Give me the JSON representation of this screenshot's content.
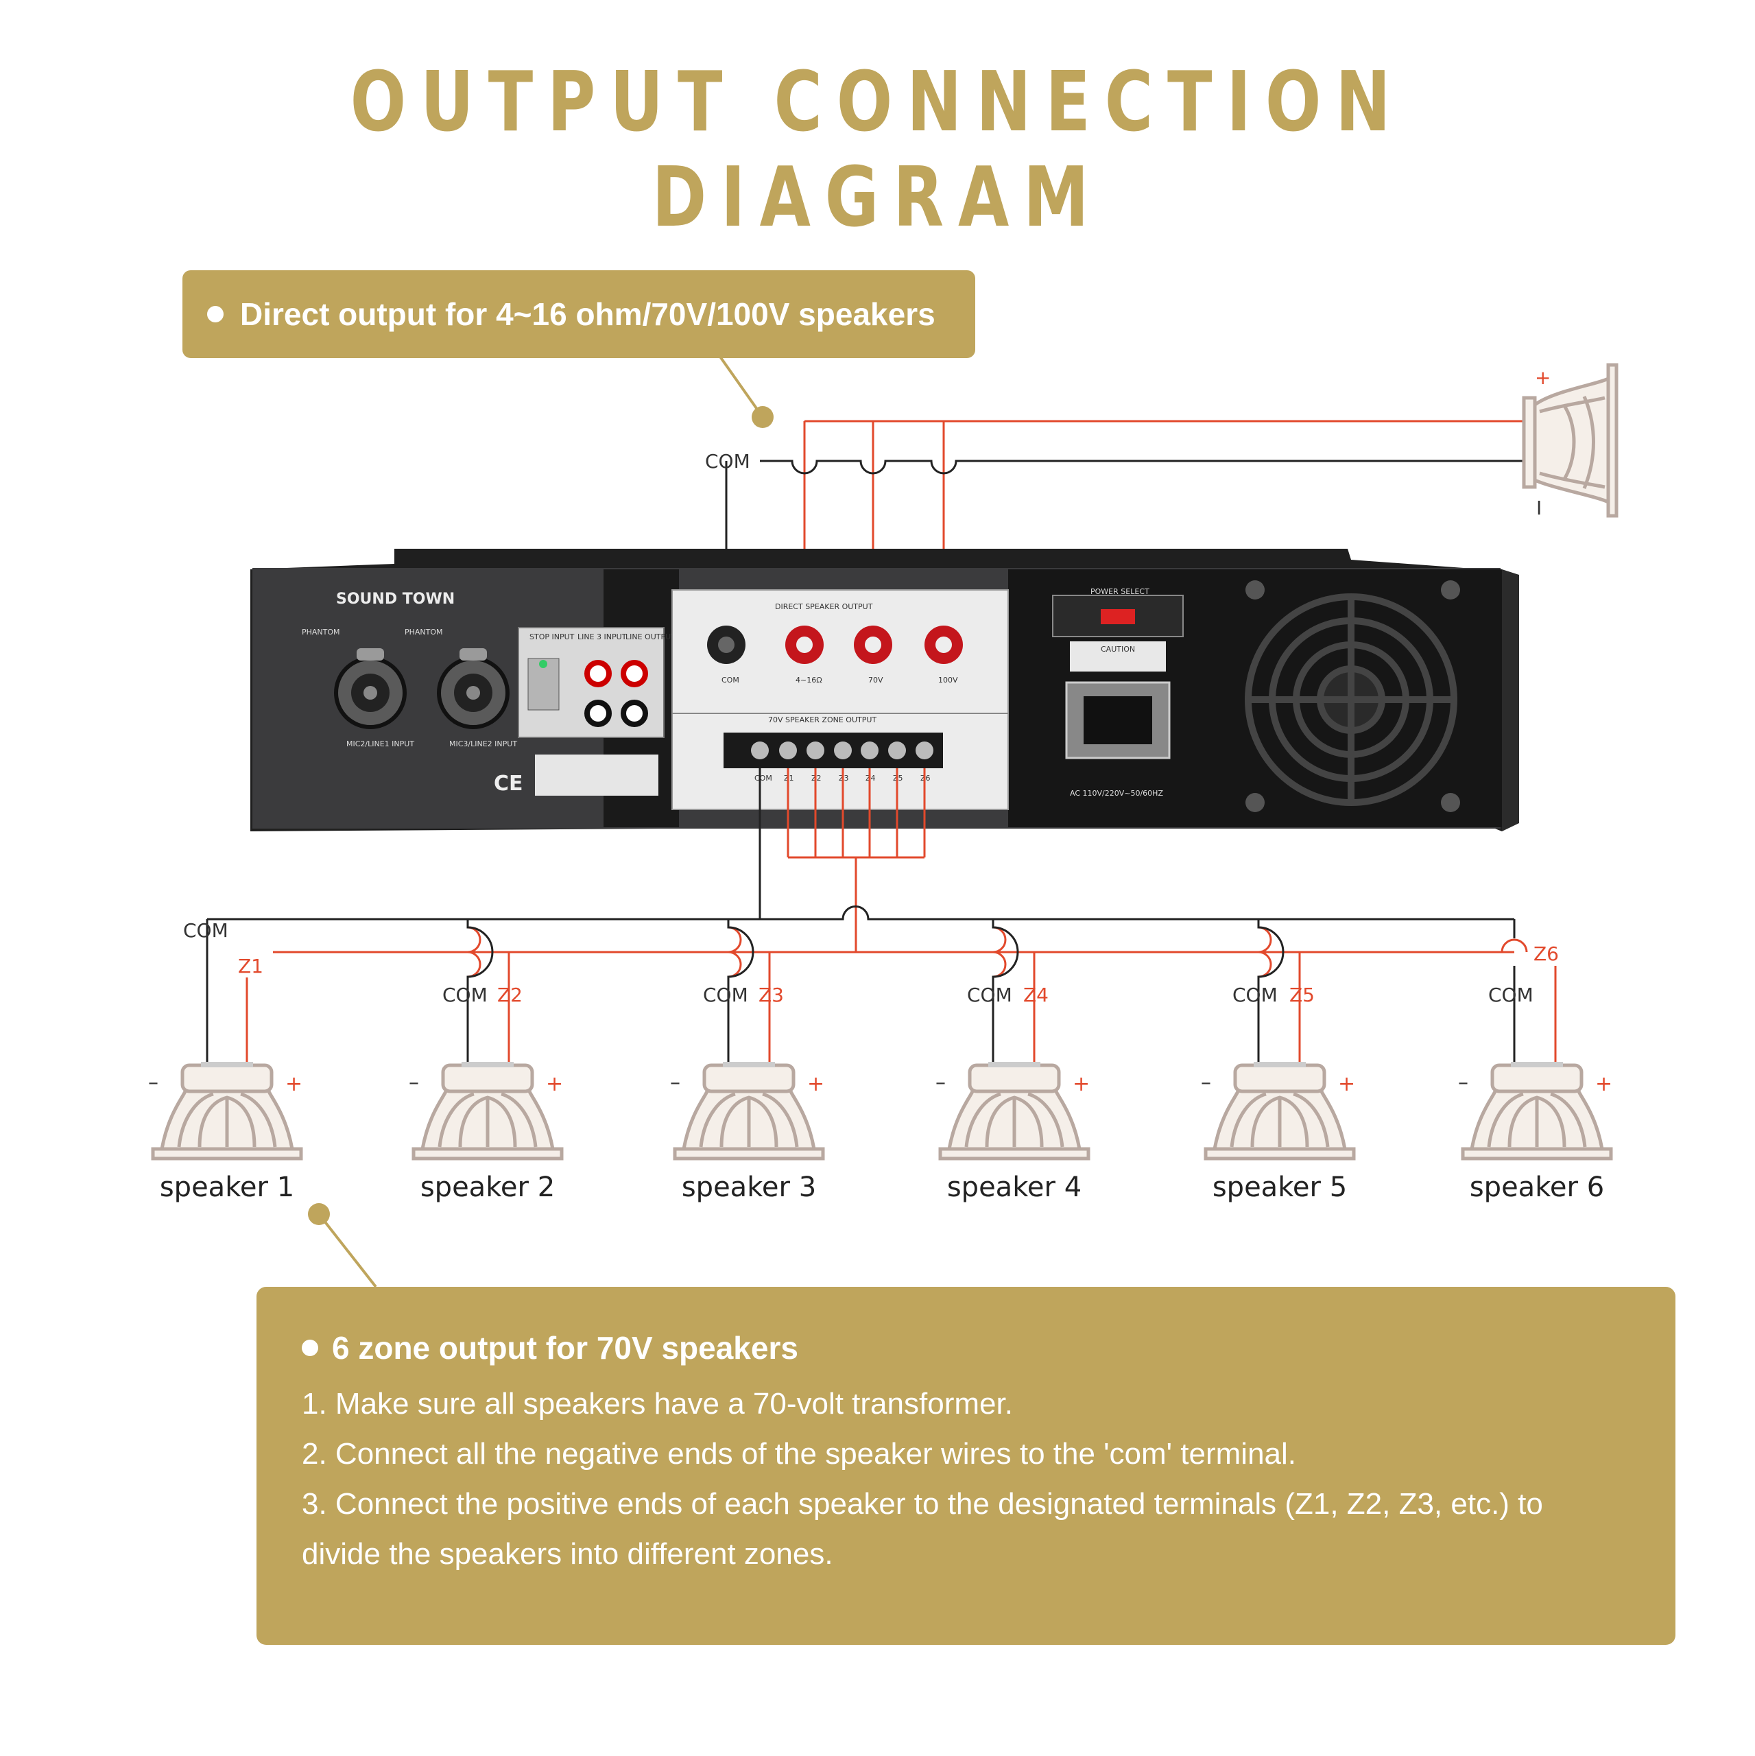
{
  "title": "OUTPUT CONNECTION DIAGRAM",
  "colors": {
    "gold": "#bfa55c",
    "wire_red": "#e2492c",
    "wire_black": "#222222"
  },
  "direct_callout": {
    "text": "Direct output for 4~16 ohm/70V/100V speakers"
  },
  "direct_wiring": {
    "com_label": "COM",
    "plus_sign": "+",
    "minus_sign": "I"
  },
  "amplifier": {
    "brand": "SOUND TOWN",
    "phantom_1": "PHANTOM",
    "phantom_2": "PHANTOM",
    "mic1_label": "MIC2/LINE1 INPUT",
    "mic2_label": "MIC3/LINE2 INPUT",
    "stop_input": "STOP INPUT",
    "line3_input": "LINE 3 INPUT",
    "line_output": "LINE OUTPUT",
    "direct_output_header": "DIRECT SPEAKER OUTPUT",
    "direct_terms": [
      "COM",
      "4~16Ω",
      "70V",
      "100V"
    ],
    "zone_output_header": "70V SPEAKER ZONE OUTPUT",
    "zone_terms": [
      "COM",
      "Z1",
      "Z2",
      "Z3",
      "Z4",
      "Z5",
      "Z6"
    ],
    "power_select": "POWER SELECT",
    "caution": "CAUTION",
    "ac_label": "AC 110V/220V~50/60HZ"
  },
  "zone_wiring": {
    "main_com_label": "COM",
    "z1_label": "Z1",
    "z6_label": "Z6",
    "speakers": [
      {
        "name": "speaker 1",
        "com": "",
        "zone": "",
        "minus": "–",
        "plus": "+"
      },
      {
        "name": "speaker 2",
        "com": "COM",
        "zone": "Z2",
        "minus": "–",
        "plus": "+"
      },
      {
        "name": "speaker 3",
        "com": "COM",
        "zone": "Z3",
        "minus": "–",
        "plus": "+"
      },
      {
        "name": "speaker 4",
        "com": "COM",
        "zone": "Z4",
        "minus": "–",
        "plus": "+"
      },
      {
        "name": "speaker 5",
        "com": "COM",
        "zone": "Z5",
        "minus": "–",
        "plus": "+"
      },
      {
        "name": "speaker 6",
        "com": "COM",
        "zone": "",
        "minus": "–",
        "plus": "+"
      }
    ]
  },
  "zone_callout": {
    "heading": "6 zone output for 70V speakers",
    "steps": [
      "1. Make sure all speakers have a 70-volt transformer.",
      "2. Connect all the negative ends of the speaker wires to the 'com' terminal.",
      "3. Connect the positive ends of each speaker to the designated terminals (Z1, Z2, Z3, etc.) to",
      "divide the speakers into different zones."
    ]
  }
}
